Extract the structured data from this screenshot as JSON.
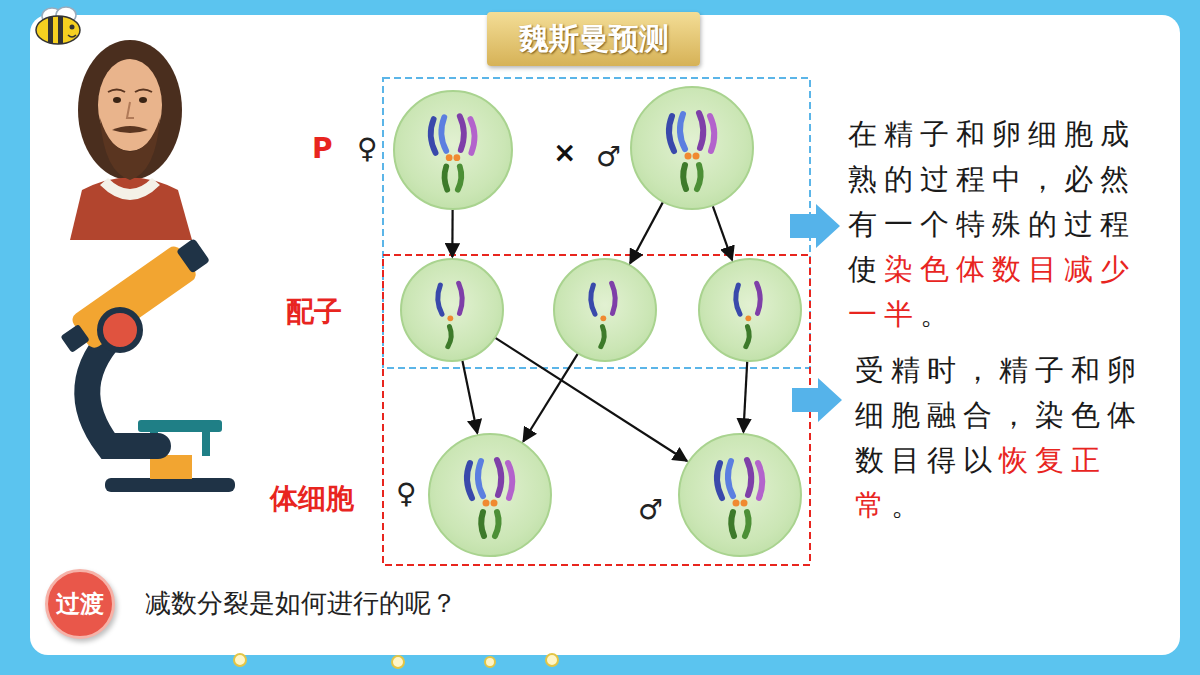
{
  "diagram": {
    "title": "魏斯曼预测",
    "nodes": [
      {
        "text": [
          "♀"
        ]
      },
      {
        "text": [
          "♂"
        ]
      },
      {
        "text": []
      },
      {
        "text": []
      },
      {
        "text": []
      },
      {
        "text": [
          "♀"
        ]
      },
      {
        "text": [
          "♂"
        ]
      },
      {
        "text": [
          "过渡"
        ]
      }
    ],
    "edges": [
      {
        "from": 0,
        "to": 2,
        "arrow": "to"
      },
      {
        "from": 1,
        "to": 3,
        "arrow": "to"
      },
      {
        "from": 1,
        "to": 4,
        "arrow": "to"
      },
      {
        "from": 2,
        "to": 5,
        "arrow": "to"
      },
      {
        "from": 2,
        "to": 6,
        "arrow": "to"
      },
      {
        "from": 3,
        "to": 5,
        "arrow": "to"
      },
      {
        "from": 4,
        "to": 6,
        "arrow": "to"
      }
    ],
    "labels": [
      "P",
      "×",
      "配子",
      "体细胞",
      "在精子和卵细胞成熟的过程中，必然有一个特殊的过程使",
      "染色体数目减少一半",
      "。",
      "受精时，精子和卵细胞融合，染色体数目得以",
      "恢复正常",
      "。",
      "减数分裂是如何进行的呢？"
    ]
  }
}
